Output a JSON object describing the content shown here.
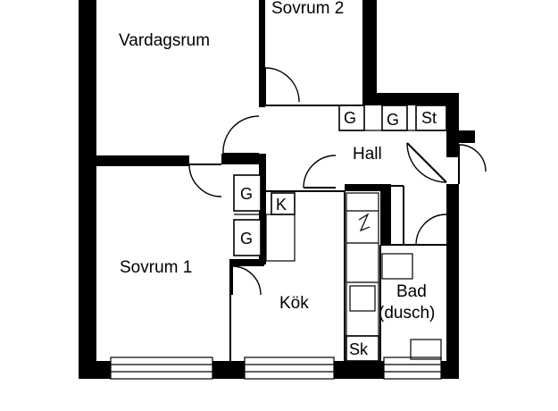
{
  "rooms": {
    "vardagsrum": "Vardagsrum",
    "sovrum2": "Sovrum 2",
    "sovrum1": "Sovrum 1",
    "hall": "Hall",
    "kok": "Kök",
    "bad_line1": "Bad",
    "bad_line2": "(dusch)"
  },
  "storage": {
    "g": "G",
    "st": "St",
    "k": "K",
    "sk": "Sk"
  },
  "colors": {
    "walls": "#000000",
    "background": "#ffffff"
  }
}
